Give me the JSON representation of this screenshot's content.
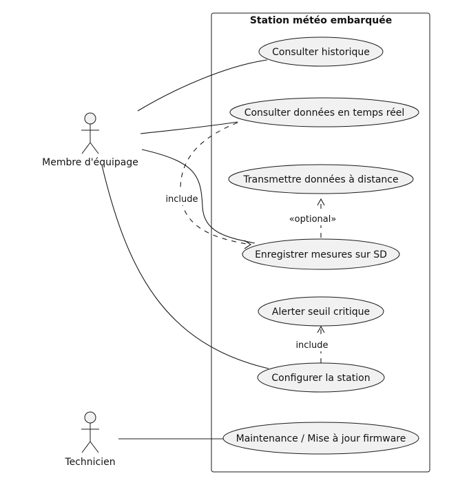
{
  "system": {
    "title": "Station météo embarquée"
  },
  "actors": {
    "crew": {
      "label": "Membre d'équipage"
    },
    "technician": {
      "label": "Technicien"
    }
  },
  "use_cases": {
    "history": "Consulter historique",
    "realtime": "Consulter données en temps réel",
    "transmit": "Transmettre données à distance",
    "record": "Enregistrer mesures sur SD",
    "alert": "Alerter seuil critique",
    "configure": "Configurer la station",
    "maintenance": "Maintenance / Mise à jour firmware"
  },
  "relations": {
    "include_realtime_record": "include",
    "optional_record_transmit": "«optional»",
    "include_configure_alert": "include"
  },
  "colors": {
    "use_case_fill": "#f1f1f1",
    "stroke": "#181818"
  }
}
